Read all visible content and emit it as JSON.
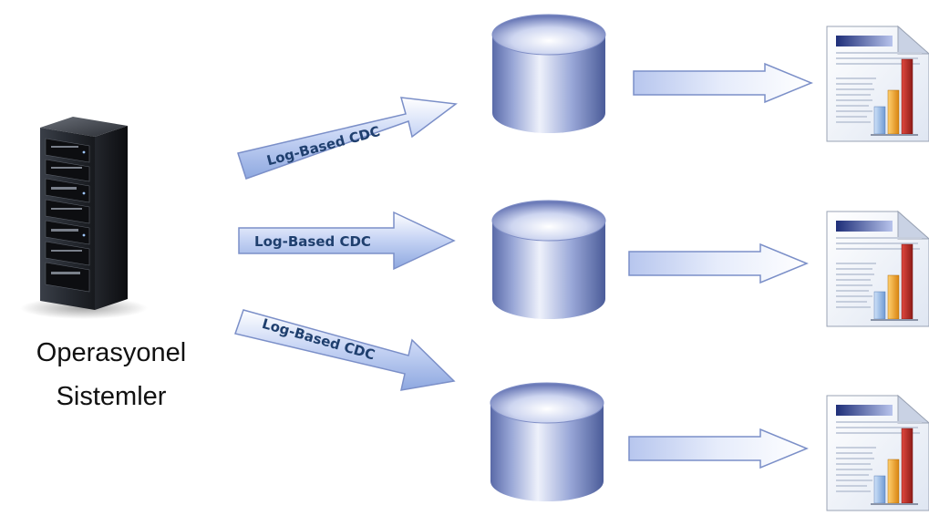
{
  "server": {
    "caption_line1": "Operasyonel",
    "caption_line2": "Sistemler"
  },
  "cdc_arrows": [
    {
      "label": "Log-Based CDC"
    },
    {
      "label": "Log-Based CDC"
    },
    {
      "label": "Log-Based CDC"
    }
  ],
  "colors": {
    "arrow_fill_light": "#ffffff",
    "arrow_fill_dark": "#8ea8e0",
    "arrow_stroke": "#7b8fc8",
    "label_text": "#1f3f6e",
    "cylinder_light": "#eef1fb",
    "cylinder_dark": "#4b5c99",
    "server_body": "#1f2228",
    "report_bar_red": "#c0302a",
    "report_bar_orange": "#f2a020",
    "report_bar_blue": "#8fb6e6",
    "report_header": "#2c3f8c"
  },
  "icons": {
    "server": "server-rack-icon",
    "database": "database-cylinder-icon",
    "report": "report-document-icon"
  }
}
